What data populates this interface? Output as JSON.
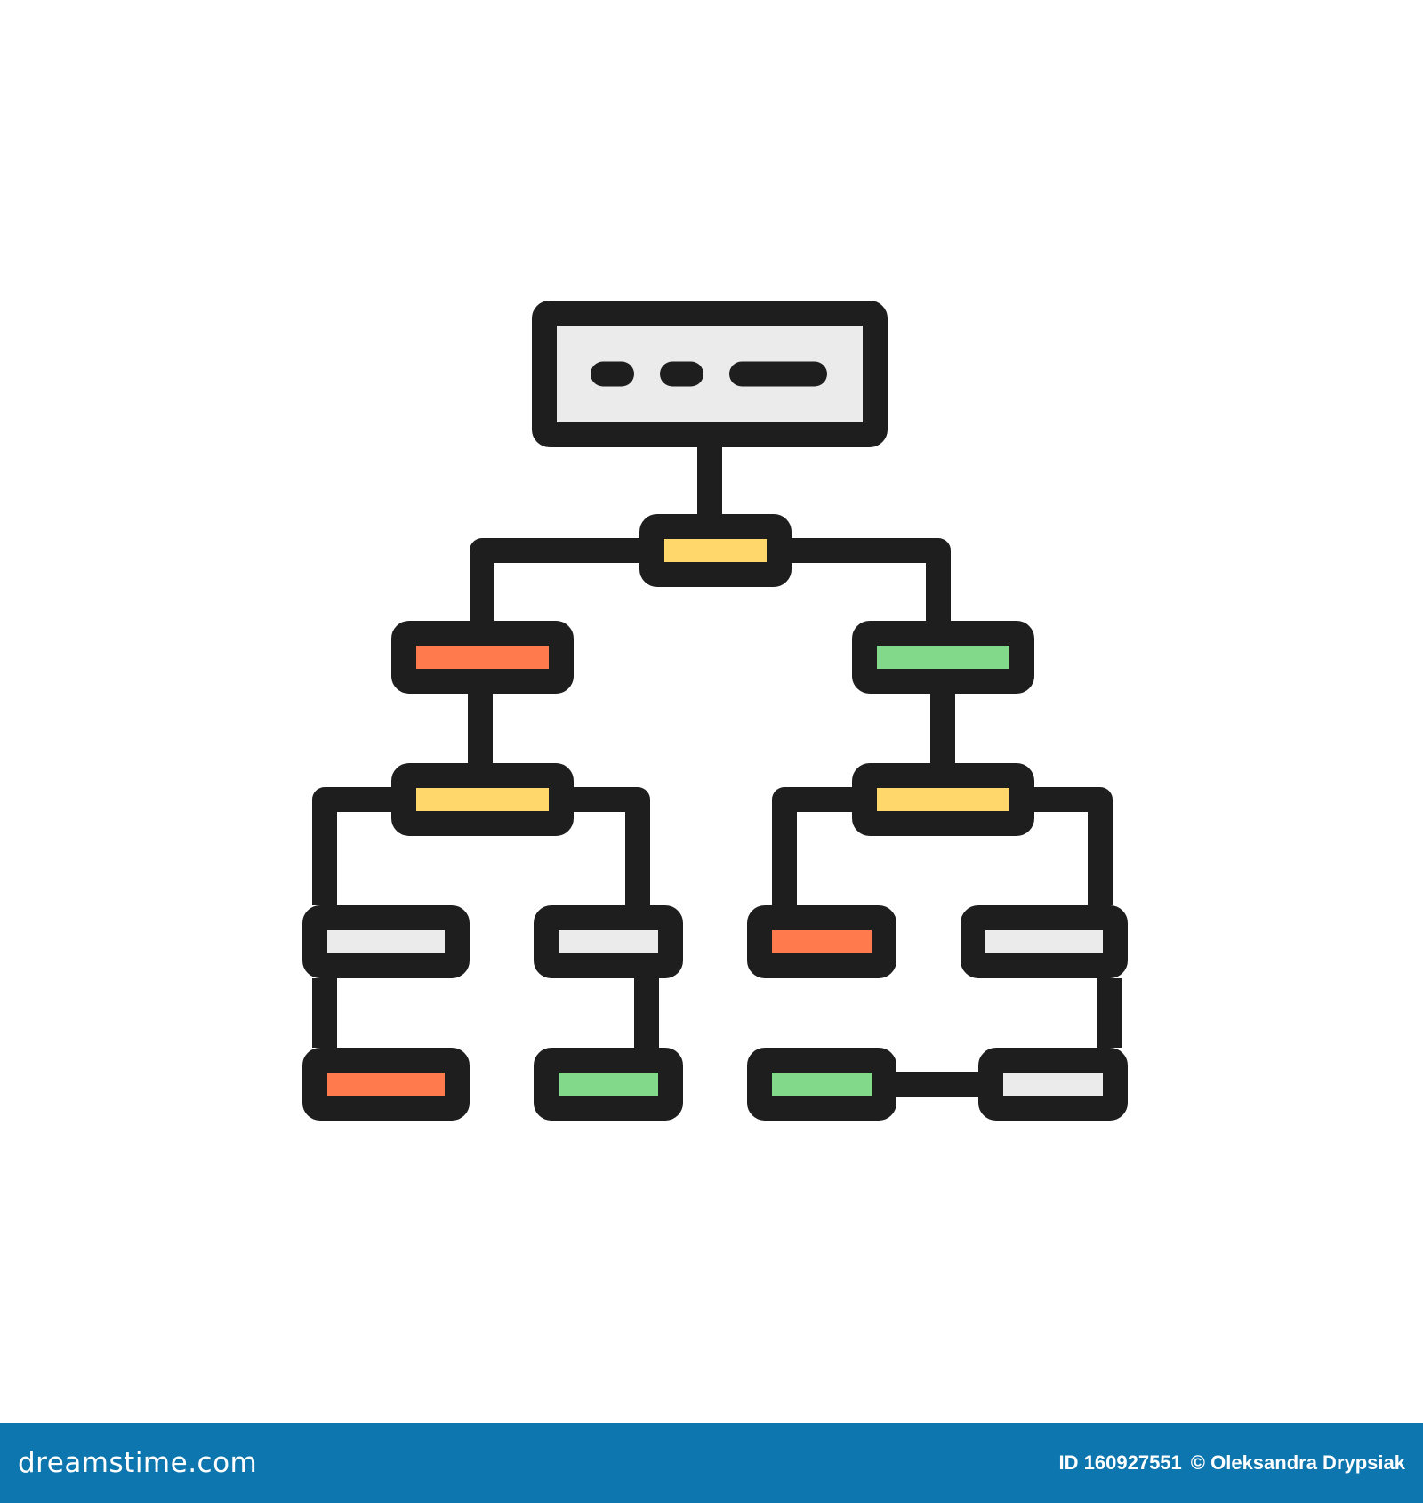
{
  "colors": {
    "stroke": "#1e1e1e",
    "gray": "#ebebeb",
    "yellow": "#ffd76b",
    "orange": "#ff7a4d",
    "green": "#83d98a",
    "footer_bg": "#0e76ae",
    "background": "#ffffff"
  },
  "diagram": {
    "nodes": [
      {
        "id": "root",
        "fill": "gray",
        "icon": "ellipsis-dashes"
      },
      {
        "id": "hub",
        "fill": "yellow"
      },
      {
        "id": "left-branch",
        "fill": "orange"
      },
      {
        "id": "right-branch",
        "fill": "green"
      },
      {
        "id": "left-hub",
        "fill": "yellow"
      },
      {
        "id": "right-hub",
        "fill": "yellow"
      },
      {
        "id": "left-child-1",
        "fill": "gray"
      },
      {
        "id": "left-child-2",
        "fill": "gray"
      },
      {
        "id": "right-child-1",
        "fill": "orange"
      },
      {
        "id": "right-child-2",
        "fill": "gray"
      },
      {
        "id": "left-leaf-1",
        "fill": "orange"
      },
      {
        "id": "left-leaf-2",
        "fill": "green"
      },
      {
        "id": "right-leaf-1",
        "fill": "green"
      },
      {
        "id": "right-leaf-2",
        "fill": "gray"
      }
    ],
    "edges": [
      [
        "root",
        "hub"
      ],
      [
        "hub",
        "left-branch"
      ],
      [
        "hub",
        "right-branch"
      ],
      [
        "left-branch",
        "left-hub"
      ],
      [
        "right-branch",
        "right-hub"
      ],
      [
        "left-hub",
        "left-child-1"
      ],
      [
        "left-hub",
        "left-child-2"
      ],
      [
        "right-hub",
        "right-child-1"
      ],
      [
        "right-hub",
        "right-child-2"
      ],
      [
        "left-child-1",
        "left-leaf-1"
      ],
      [
        "left-child-2",
        "left-leaf-2"
      ],
      [
        "right-child-2",
        "right-leaf-2"
      ],
      [
        "right-leaf-1",
        "right-leaf-2"
      ]
    ]
  },
  "footer": {
    "brand": "dreamstime.com",
    "id_text": "ID 160927551",
    "credit_text": "© Oleksandra Drypsiak"
  }
}
